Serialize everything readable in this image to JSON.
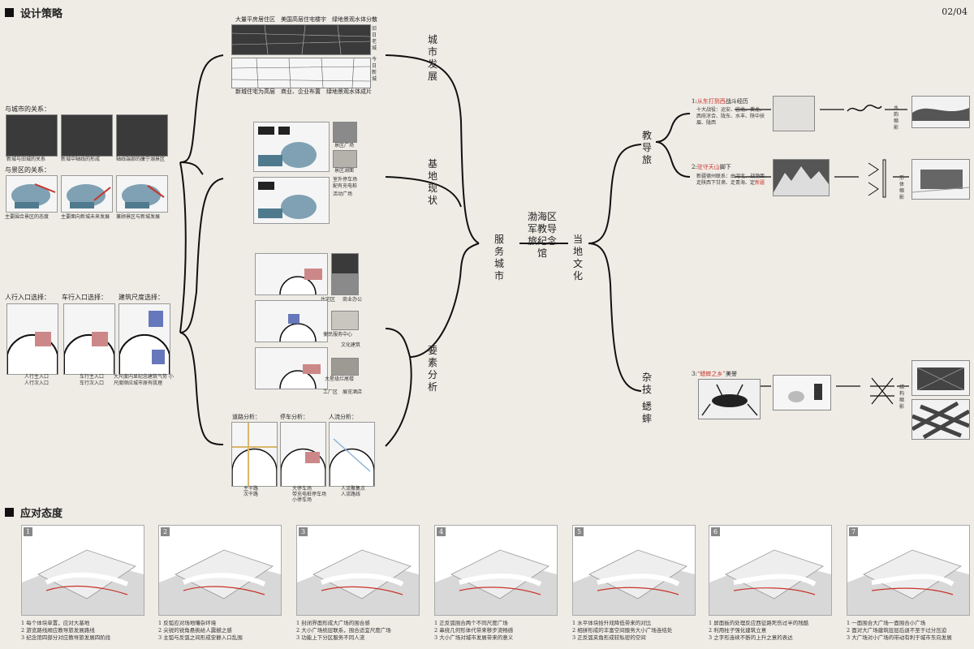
{
  "header": {
    "design_strategy": "设计策略",
    "page_number": "02/04",
    "response_attitude": "应对态度"
  },
  "center": {
    "title": "渤海区军教导旅纪念馆",
    "serve_city": "服务城市",
    "local_culture": "当地文化"
  },
  "city_dev": {
    "label": "城市发展",
    "top_caption": "大量平房居住区　美国高层住宅楼宇　绿地景观水体分散",
    "old_city": "旧日老城",
    "new_city": "今日新城",
    "bottom_caption": "新城住宅为高层　商业、企业布置　绿地景观水体成片"
  },
  "left_city": {
    "title": "与城市的关系：",
    "captions": [
      "新城与旧城的关系",
      "新城中轴线的形成",
      "轴线端部的康宁湖景区"
    ],
    "scenic_title": "与景区的关系：",
    "scenic_captions": [
      "主要围合景区的态度",
      "主要面向新城未来发展",
      "兼顾景区与新城发展"
    ]
  },
  "site": {
    "label": "基地现状",
    "labels": [
      "景区广场",
      "景区湖面",
      "室外停车场",
      "配有充电桩",
      "活动广场"
    ]
  },
  "elements": {
    "label": "要素分析",
    "labels_a": [
      "住宅区",
      "商业办公"
    ],
    "labels_b": [
      "便民服务中心",
      "文化建筑"
    ],
    "labels_c": [
      "大星级烂尾楼",
      "工厂区",
      "展览酒店"
    ]
  },
  "entrances": {
    "ped_title": "人行入口选择：",
    "car_title": "车行入口选择：",
    "scale_title": "建筑尺度选择：",
    "ped_legend": [
      "人行主入口",
      "人行次入口"
    ],
    "car_legend": [
      "车行主入口",
      "车行次入口"
    ],
    "scale_legend": "大尺度内显纪念建筑气势 小尺度顺应城市原有肌理"
  },
  "analysis": {
    "road": "道路分析：",
    "parking": "停车分析：",
    "people": "人流分析：",
    "road_legend": [
      "主干路",
      "次干路"
    ],
    "parking_legend": [
      "大停车场",
      "带充电桩停车场",
      "小停车场"
    ],
    "people_legend": [
      "人流聚集点",
      "人流路线"
    ]
  },
  "culture": {
    "brigade": "教导旅",
    "acrobat": "杂技",
    "cricket": "蟋蟀",
    "item1_num": "1:",
    "item1_red": "从东打到西",
    "item1_text": "战斗经历",
    "item1_body": "十大战役：运安、宜北、黄龙、西府凉合、陇东、水丰、陕中扶眉、陇西",
    "item1_tag": "水韵缩影",
    "item2_num": "2:",
    "item2_red": "驻守天山",
    "item2_text": "脚下",
    "item2_body": "新疆德州联系：由河北、战渤西、走陕西下甘肃、走青海、定",
    "item2_red2": "新疆",
    "item2_tag": "形体缩影",
    "item3_num": "3:",
    "item3_red": "“蟋蟀之乡”",
    "item3_text": "美誉",
    "item3_tag": "结构缩影"
  },
  "response_boxes": [
    {
      "num": "1",
      "lines": [
        "1 每个体块单置，应对大基地",
        "2 游览路线顺应教导旅发展路线",
        "3 纪念馆四部分对应教导旅发展四阶段"
      ]
    },
    {
      "num": "2",
      "lines": [
        "1 反弧应对场地嘈杂环境",
        "2 尖锐的锐角悬挑给人震撼之感",
        "3 主弧与反弧之间形成安静入口乱围"
      ]
    },
    {
      "num": "3",
      "lines": [
        "1 封闭界面形成大广场的围合感",
        "2 大小广场统层联系，围合适宜尺度广场",
        "3 功能上下分区服务不同人流"
      ]
    },
    {
      "num": "4",
      "lines": [
        "1 正反弧围合两个不同尺度广场",
        "2 串绕几何形体代带来移步流畅感",
        "3 大小广场对城市发展带来的意义"
      ]
    },
    {
      "num": "5",
      "lines": [
        "1 水平体块拾升戏降低带来的对比",
        "2 相拼形成的丰富空间服务大小广场连结处",
        "3 正反弧夹角形成较私密的空间"
      ]
    },
    {
      "num": "6",
      "lines": [
        "1 屏面板的处理反应西征路死伤过半的残酷",
        "2 利用柱子强化建筑立意",
        "3 之字形连续不断的上升之意的表达"
      ]
    },
    {
      "num": "7",
      "lines": [
        "1 一面围合大广场一面围合小广场",
        "2 面对大广场建筑层层后退不至于过分压迫",
        "3 大广场对小广场的带动有利于城市东向发展"
      ]
    }
  ]
}
